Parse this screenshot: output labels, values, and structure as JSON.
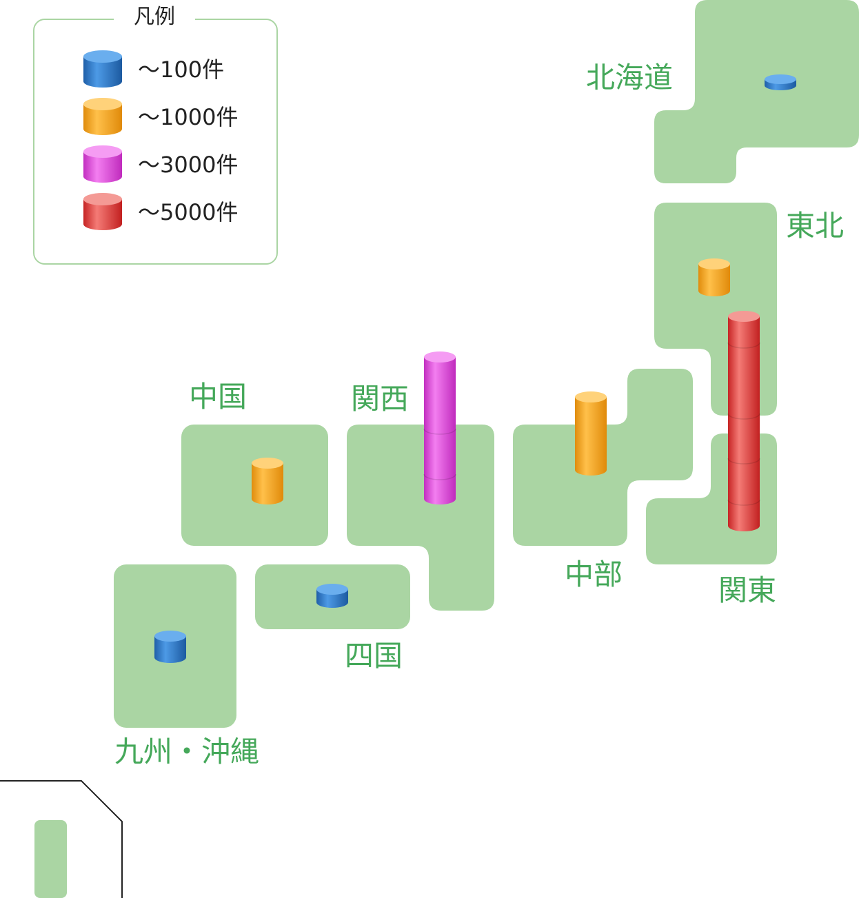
{
  "colors": {
    "land": "#aad5a3",
    "label": "#45a85a",
    "legend_border": "#aad5a3",
    "tier_100": "#2f7fd0",
    "tier_1000": "#f2a51c",
    "tier_3000": "#e44be0",
    "tier_5000": "#e03a3a"
  },
  "legend": {
    "title": "凡例",
    "items": [
      {
        "tier": "tier_100",
        "label": "〜100件"
      },
      {
        "tier": "tier_1000",
        "label": "〜1000件"
      },
      {
        "tier": "tier_3000",
        "label": "〜3000件"
      },
      {
        "tier": "tier_5000",
        "label": "〜5000件"
      }
    ]
  },
  "regions": [
    {
      "id": "hokkaido",
      "name": "北海道",
      "tier": "tier_100"
    },
    {
      "id": "tohoku",
      "name": "東北",
      "tier": "tier_1000"
    },
    {
      "id": "kanto",
      "name": "関東",
      "tier": "tier_5000"
    },
    {
      "id": "chubu",
      "name": "中部",
      "tier": "tier_1000"
    },
    {
      "id": "kansai",
      "name": "関西",
      "tier": "tier_3000"
    },
    {
      "id": "chugoku",
      "name": "中国",
      "tier": "tier_1000"
    },
    {
      "id": "shikoku",
      "name": "四国",
      "tier": "tier_100"
    },
    {
      "id": "kyushu",
      "name": "九州・沖縄",
      "tier": "tier_100"
    }
  ]
}
